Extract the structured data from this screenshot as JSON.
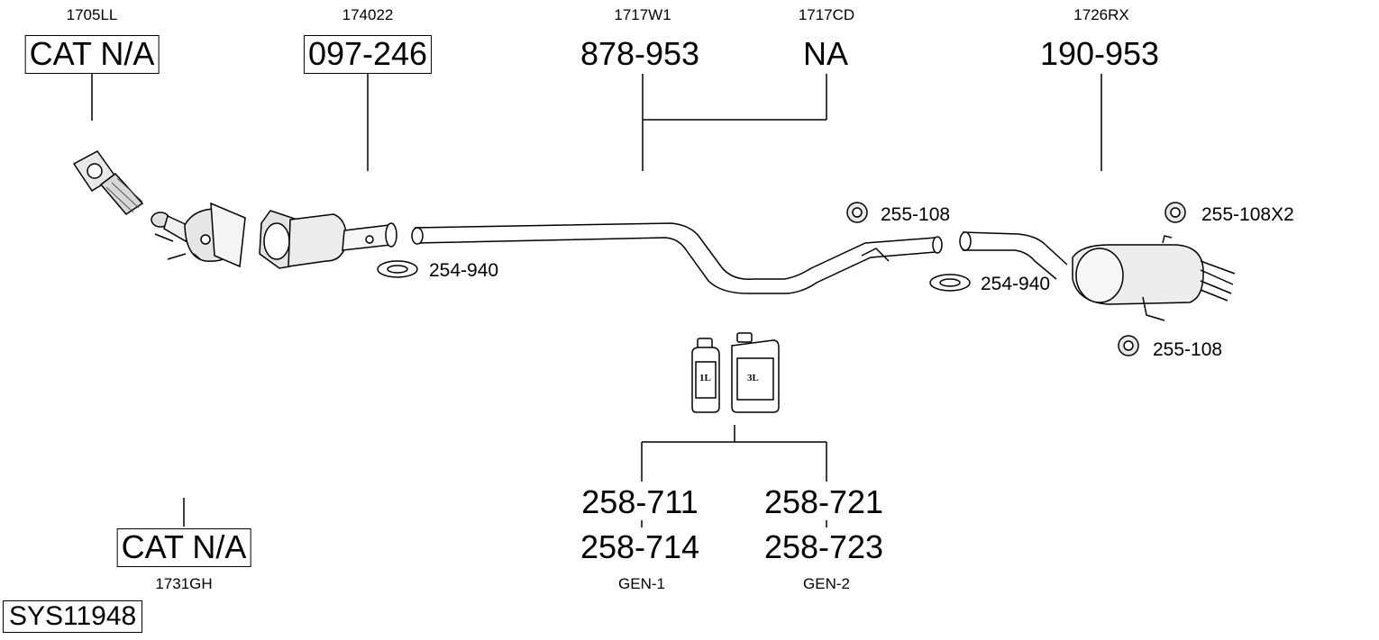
{
  "diagram": {
    "system_code": "SYS11948",
    "groups": [
      {
        "ref": "1705LL",
        "part": "CAT N/A"
      },
      {
        "ref": "174022",
        "part": "097-246"
      },
      {
        "ref": "1717W1",
        "part": "878-953"
      },
      {
        "ref": "1717CD",
        "part": "NA"
      },
      {
        "ref": "1726RX",
        "part": "190-953"
      },
      {
        "ref": "1731GH",
        "part": "CAT N/A"
      }
    ],
    "callouts": [
      {
        "part": "255-108"
      },
      {
        "part": "255-108X2"
      },
      {
        "part": "254-940"
      },
      {
        "part": "254-940"
      },
      {
        "part": "255-108"
      }
    ],
    "containers": [
      {
        "label": "1L"
      },
      {
        "label": "3L"
      }
    ],
    "gen_groups": [
      {
        "parts": [
          "258-711",
          "258-714"
        ],
        "label": "GEN-1"
      },
      {
        "parts": [
          "258-721",
          "258-723"
        ],
        "label": "GEN-2"
      }
    ]
  }
}
